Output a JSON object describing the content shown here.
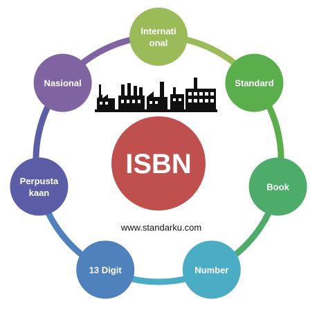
{
  "center": {
    "label": "ISBN",
    "color": "#c0504d"
  },
  "website": "www.standarku.com",
  "nodes": [
    {
      "id": "international",
      "lines": [
        "Internati",
        "onal"
      ],
      "color": "#9bbb59"
    },
    {
      "id": "standard",
      "lines": [
        "Standard"
      ],
      "color": "#5aaf4c"
    },
    {
      "id": "book",
      "lines": [
        "Book"
      ],
      "color": "#4eac6a"
    },
    {
      "id": "number",
      "lines": [
        "Number"
      ],
      "color": "#4bacc6"
    },
    {
      "id": "13-digit",
      "lines": [
        "13 Digit"
      ],
      "color": "#4f81bd"
    },
    {
      "id": "perpustakaan",
      "lines": [
        "Perpusta",
        "kaan"
      ],
      "color": "#5b5ea6"
    },
    {
      "id": "nasional",
      "lines": [
        "Nasional"
      ],
      "color": "#8064a2"
    }
  ],
  "factory_icon": "factory-skyline-icon"
}
